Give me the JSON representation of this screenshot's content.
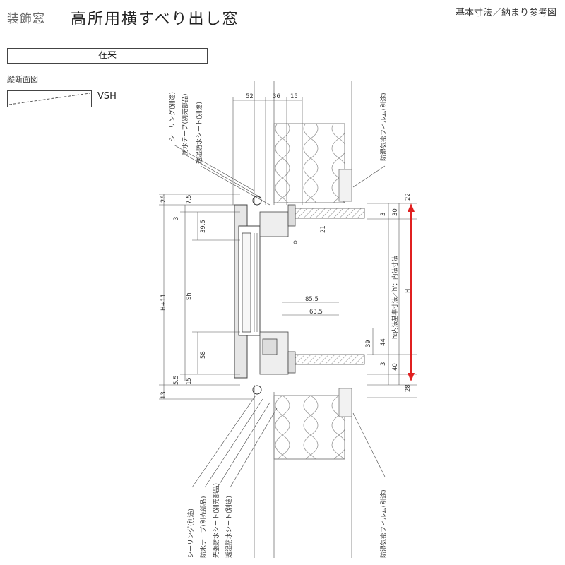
{
  "header": {
    "category": "装飾窓",
    "title": "高所用横すべり出し窓",
    "reference": "基本寸法／納まり参考図"
  },
  "installation_type": "在来",
  "view_label": "縦断面図",
  "glazing_type": "VSH",
  "labels": {
    "top": [
      "シーリング(別途)",
      "防水テープ(別売部品)",
      "透湿防水シート(別途)"
    ],
    "top_right": "防湿気密フィルム(別途)",
    "bottom": [
      "シーリング(別途)",
      "防水テープ(別売部品)",
      "先張防水シート(別売部品)",
      "透湿防水シート(別途)"
    ],
    "bottom_right": "防湿気密フィルム(別途)"
  },
  "dimensions": {
    "top_52": "52",
    "top_36": "36",
    "top_15": "15",
    "d_26": "26",
    "d_7_5": "7.5",
    "d_3_left": "3",
    "d_39_5": "39.5",
    "d_h11": "H+11",
    "d_sh": "Sh",
    "d_58": "58",
    "d_5_5": "5.5",
    "d_15_bottom": "15",
    "d_13": "13",
    "d_21": "21",
    "d_85_5": "85.5",
    "d_63_5": "63.5",
    "d_39": "39",
    "d_44": "44",
    "d_22": "22",
    "d_30": "30",
    "d_3_r1": "3",
    "d_3_r2": "3",
    "d_40": "40",
    "d_28": "28",
    "d_h": "H",
    "d_inner_h": "h:内法基準寸法／h'：内法寸法"
  }
}
